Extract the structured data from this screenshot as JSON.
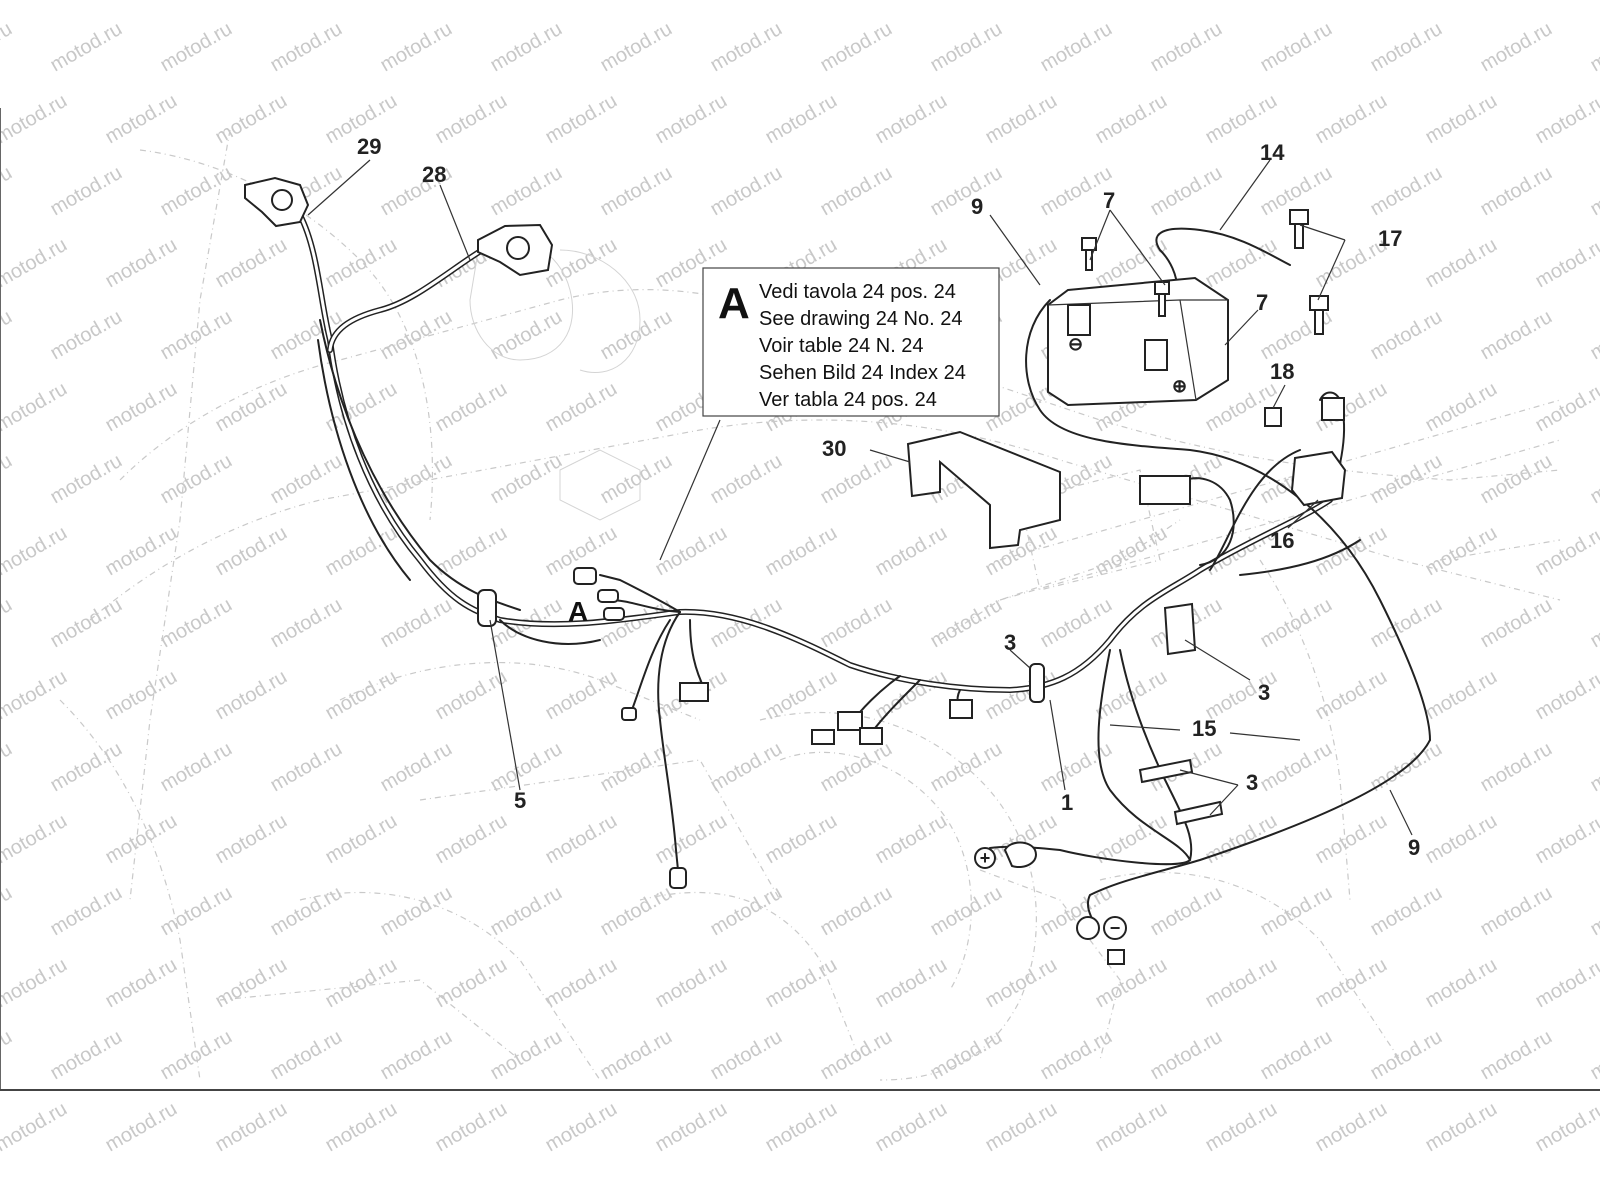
{
  "watermark_text": "motod.ru",
  "legend": {
    "letter": "A",
    "lines": [
      "Vedi tavola 24 pos. 24",
      "See drawing 24 No. 24",
      "Voir table 24 N. 24",
      "Sehen Bild 24 Index 24",
      "Ver tabla 24 pos. 24"
    ]
  },
  "callouts": {
    "c29": "29",
    "c28": "28",
    "c9_top": "9",
    "c7_top": "7",
    "c14": "14",
    "c17": "17",
    "c7_right": "7",
    "c18": "18",
    "c30": "30",
    "c16": "16",
    "cA": "A",
    "c3_mid": "3",
    "c3_right": "3",
    "c15": "15",
    "c3_low": "3",
    "c5": "5",
    "c1": "1",
    "c9_bottom": "9"
  },
  "terminal_symbols": {
    "positive": "+",
    "negative": "−"
  }
}
